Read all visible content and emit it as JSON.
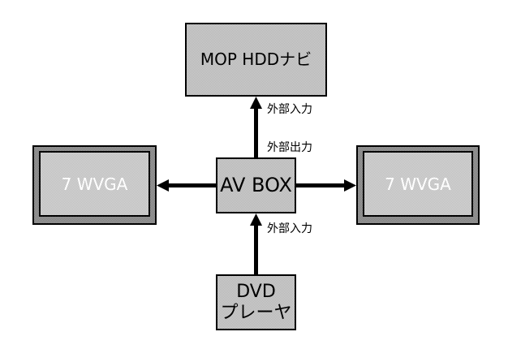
{
  "diagram": {
    "nodes": {
      "navi": "MOP HDDナビ",
      "av_box": "AV BOX",
      "dvd_line1": "DVD",
      "dvd_line2": "プレーヤ",
      "monitor_left": "7 WVGA",
      "monitor_right": "7 WVGA"
    },
    "edge_labels": {
      "navi_input": "外部入力",
      "av_output": "外部出力",
      "av_input": "外部入力"
    },
    "edges": [
      {
        "from": "AV BOX",
        "to": "MOP HDDナビ"
      },
      {
        "from": "AV BOX",
        "to": "7 WVGA (left)"
      },
      {
        "from": "AV BOX",
        "to": "7 WVGA (right)"
      },
      {
        "from": "DVDプレーヤ",
        "to": "AV BOX"
      }
    ]
  }
}
